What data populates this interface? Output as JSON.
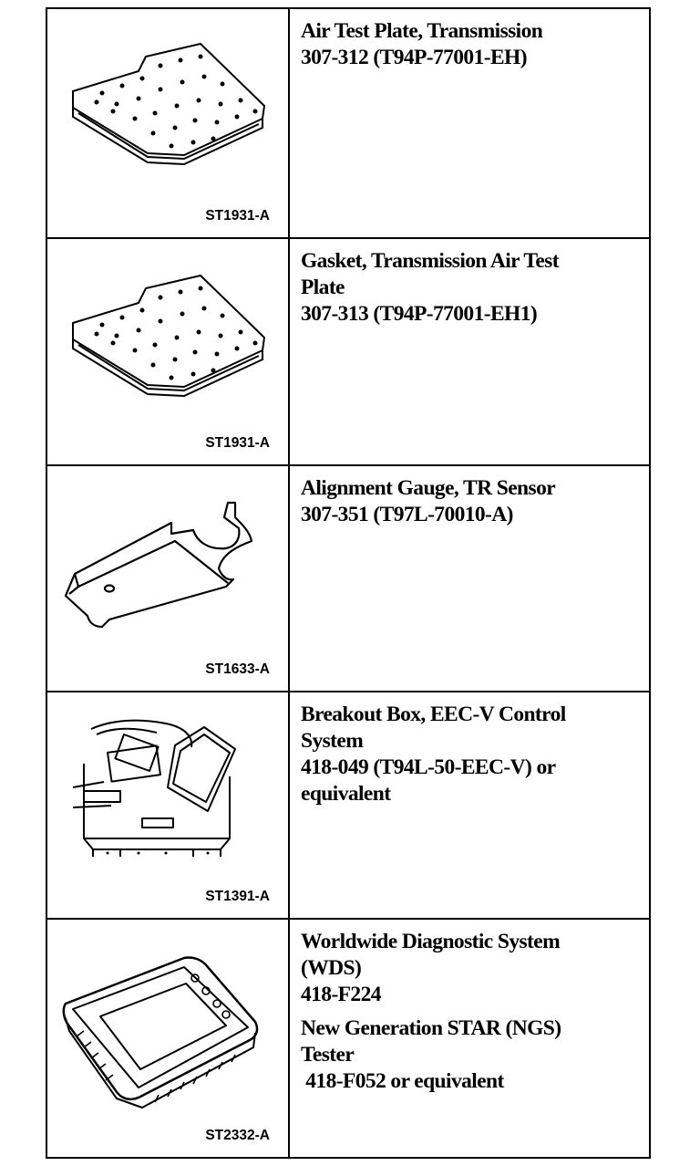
{
  "rows": [
    {
      "lines": [
        "Air Test Plate, Transmission",
        "307-312 (T94P-77001-EH)"
      ],
      "image_code": "ST1931-A",
      "icon": "air-test-plate-icon"
    },
    {
      "lines": [
        "Gasket, Transmission Air Test",
        "Plate",
        "307-313 (T94P-77001-EH1)"
      ],
      "image_code": "ST1931-A",
      "icon": "air-test-plate-gasket-icon"
    },
    {
      "lines": [
        "Alignment Gauge, TR Sensor",
        "307-351 (T97L-70010-A)"
      ],
      "image_code": "ST1633-A",
      "icon": "alignment-gauge-icon"
    },
    {
      "lines": [
        "Breakout Box, EEC-V Control",
        "System",
        "418-049 (T94L-50-EEC-V) or",
        "equivalent"
      ],
      "image_code": "ST1391-A",
      "icon": "breakout-box-icon"
    },
    {
      "lines": [
        "Worldwide Diagnostic System",
        "(WDS)",
        "418-F224",
        "New Generation STAR (NGS)",
        "Tester",
        " 418-F052 or equivalent"
      ],
      "image_code": "ST2332-A",
      "icon": "diagnostic-tester-icon"
    }
  ]
}
